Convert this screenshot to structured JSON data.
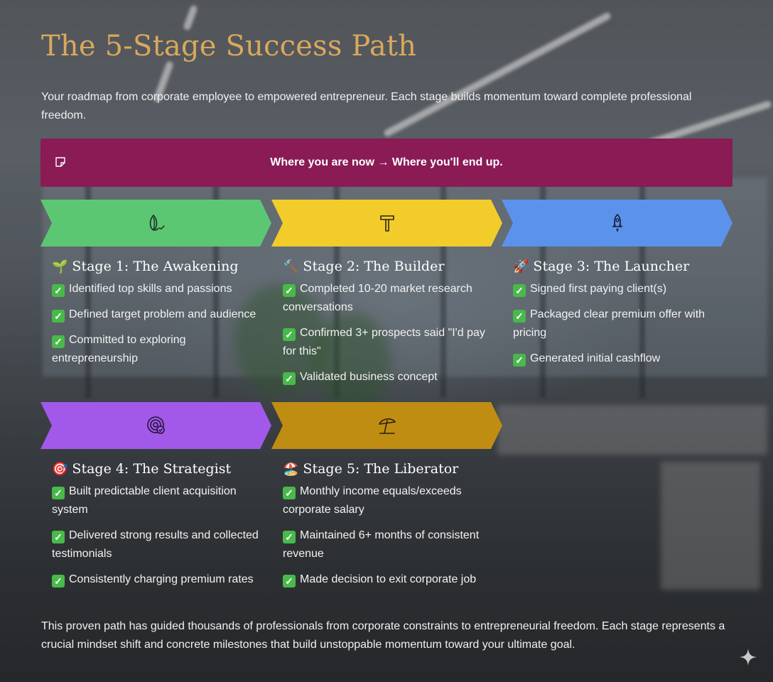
{
  "title": "The 5-Stage Success Path",
  "intro": "Your roadmap from corporate employee to empowered entrepreneur. Each stage builds momentum toward complete professional freedom.",
  "banner": {
    "text": "Where you are now → Where you'll end up.",
    "icon": "note-icon"
  },
  "colors": {
    "title": "#d9a85c",
    "banner": "#8a1b55",
    "stage1": "#5cc773",
    "stage2": "#f2cc2b",
    "stage3": "#5b93ec",
    "stage4": "#a259ea",
    "stage5": "#bf8d12"
  },
  "stages": [
    {
      "emoji": "🌱",
      "title": "Stage 1: The Awakening",
      "icon": "sprout-icon",
      "items": [
        "Identified top skills and passions",
        "Defined target problem and audience",
        "Committed to exploring entrepreneurship"
      ]
    },
    {
      "emoji": "🔨",
      "title": "Stage 2: The Builder",
      "icon": "hammer-icon",
      "items": [
        "Completed 10-20 market research conversations",
        "Confirmed 3+ prospects said \"I'd pay for this\"",
        "Validated business concept"
      ]
    },
    {
      "emoji": "🚀",
      "title": "Stage 3: The Launcher",
      "icon": "rocket-icon",
      "items": [
        "Signed first paying client(s)",
        "Packaged clear premium offer with pricing",
        "Generated initial cashflow"
      ]
    },
    {
      "emoji": "🎯",
      "title": "Stage 4: The Strategist",
      "icon": "target-icon",
      "items": [
        "Built predictable client acquisition system",
        "Delivered strong results and collected testimonials",
        "Consistently charging premium rates"
      ]
    },
    {
      "emoji": "🏖️",
      "title": "Stage 5: The Liberator",
      "icon": "beach-umbrella-icon",
      "items": [
        "Monthly income equals/exceeds corporate salary",
        "Maintained 6+ months of consistent revenue",
        "Made decision to exit corporate job"
      ]
    }
  ],
  "outro": "This proven path has guided thousands of professionals from corporate constraints to entrepreneurial freedom. Each stage represents a crucial mindset shift and concrete milestones that build unstoppable momentum toward your ultimate goal."
}
